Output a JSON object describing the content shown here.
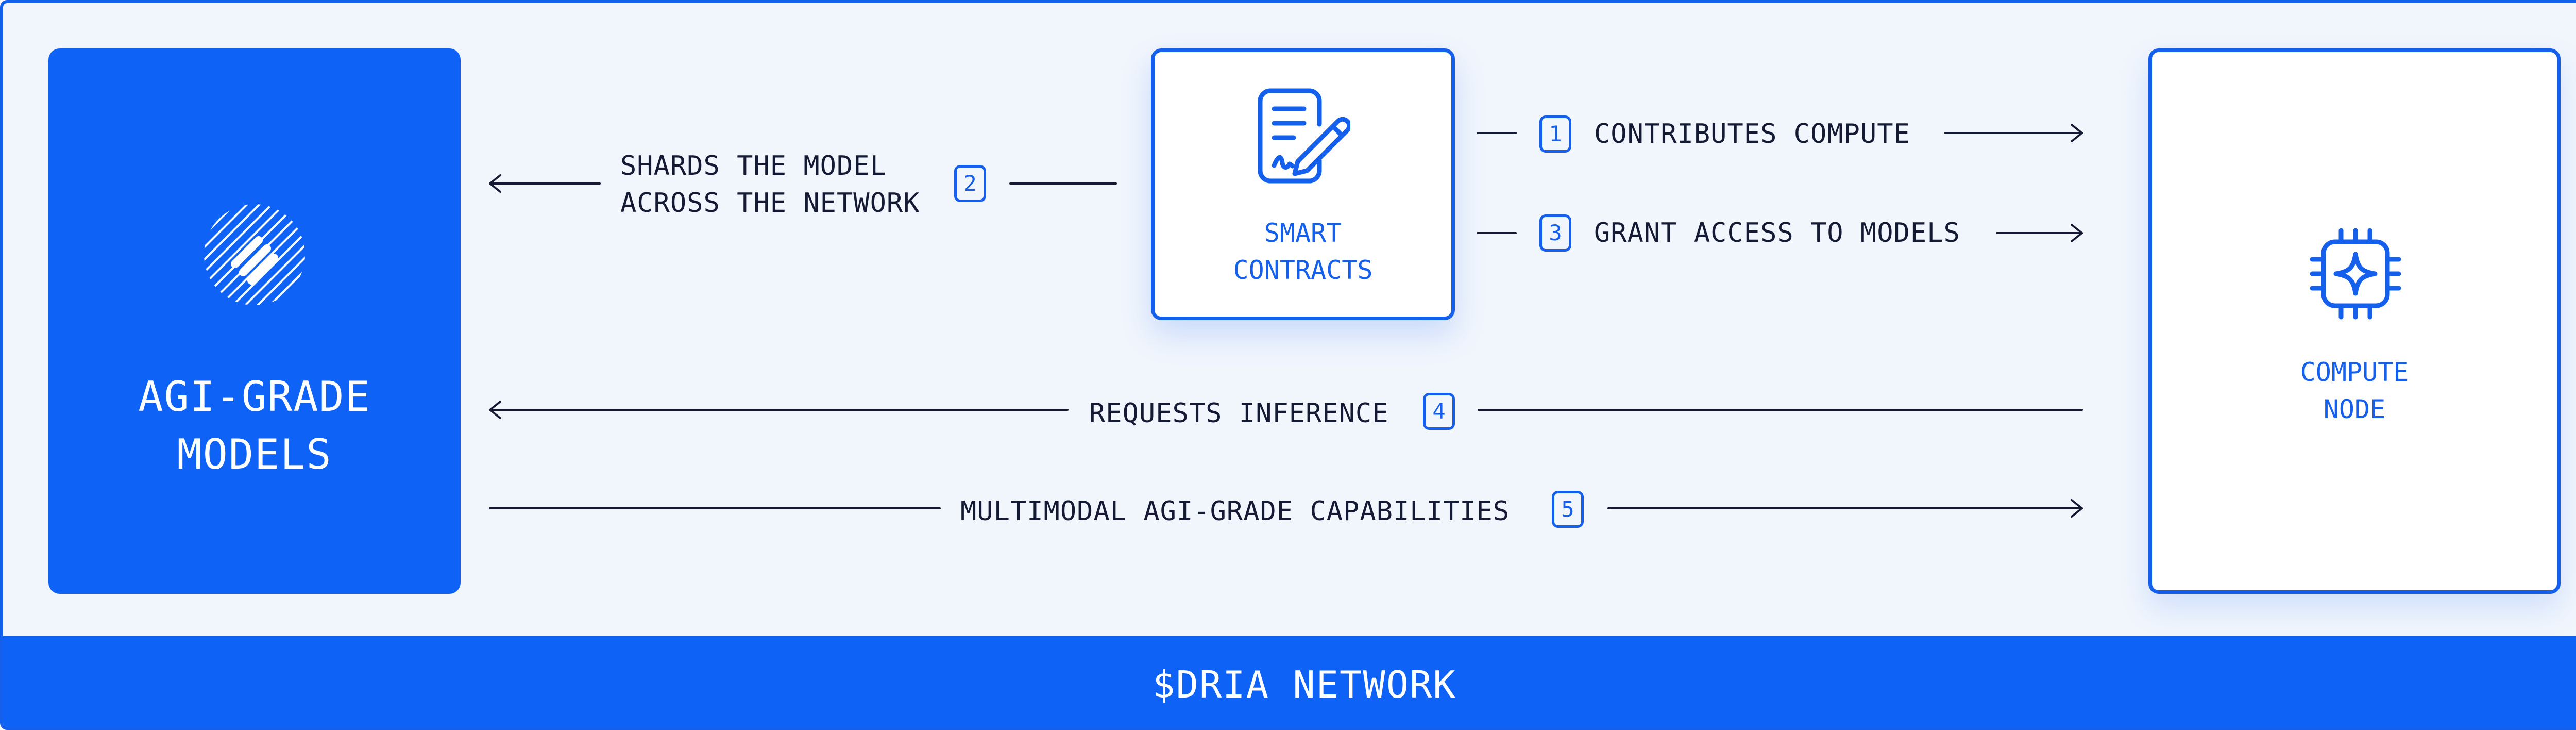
{
  "nodes": {
    "models": {
      "title": "AGI-GRADE\nMODELS",
      "icon": "hatched-circle-icon"
    },
    "contracts": {
      "title": "SMART\nCONTRACTS",
      "icon": "contract-pen-icon"
    },
    "compute": {
      "title": "COMPUTE\nNODE",
      "icon": "chip-sparkle-icon"
    }
  },
  "flows": [
    {
      "step": "1",
      "label": "CONTRIBUTES COMPUTE",
      "direction": "to-compute-node"
    },
    {
      "step": "2",
      "label": "SHARDS THE MODEL\nACROSS THE NETWORK",
      "direction": "to-models"
    },
    {
      "step": "3",
      "label": "GRANT ACCESS TO MODELS",
      "direction": "to-compute-node"
    },
    {
      "step": "4",
      "label": "REQUESTS INFERENCE",
      "direction": "to-models"
    },
    {
      "step": "5",
      "label": "MULTIMODAL AGI-GRADE CAPABILITIES",
      "direction": "to-compute-node"
    }
  ],
  "footer": {
    "title": "$DRIA NETWORK"
  },
  "colors": {
    "accent": "#1460ec",
    "fill": "#0e62f5",
    "background": "#f1f6fd",
    "text": "#141a33"
  }
}
